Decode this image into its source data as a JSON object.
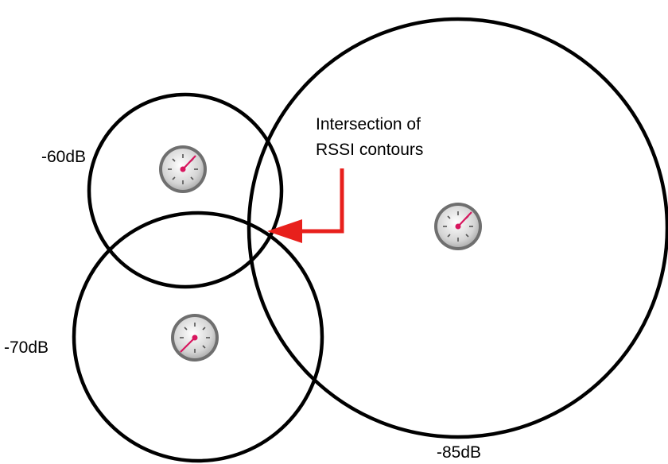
{
  "labels": {
    "ap1": "-60dB",
    "ap2": "-70dB",
    "ap3": "-85dB",
    "annotation_line1": "Intersection of",
    "annotation_line2": "RSSI contours"
  },
  "colors": {
    "contour": "#000000",
    "arrow": "#e8201c",
    "gauge_face": "#d9d9d9",
    "gauge_needle": "#d8175f"
  },
  "icons": [
    "gauge-icon",
    "gauge-icon",
    "gauge-icon"
  ]
}
